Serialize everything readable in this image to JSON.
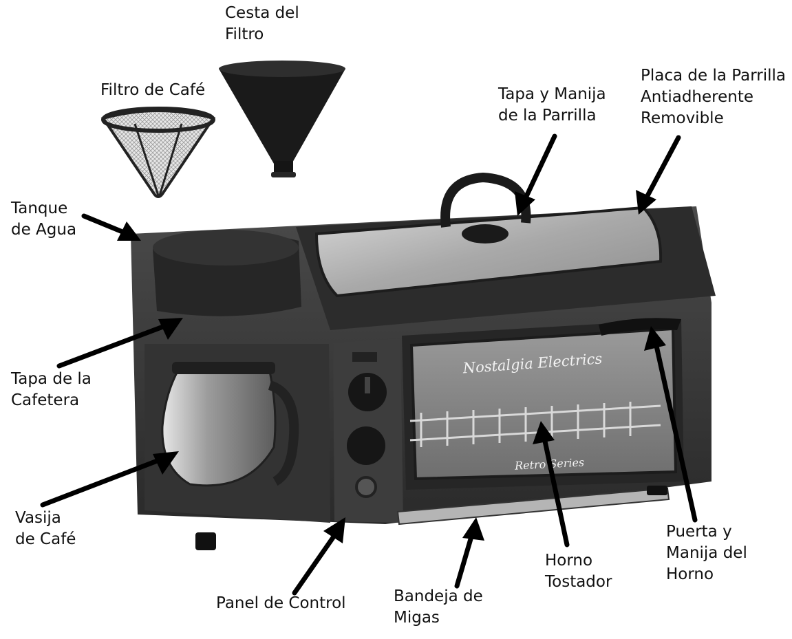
{
  "labels": {
    "cesta_filtro": [
      "Cesta del",
      "Filtro"
    ],
    "filtro_cafe": [
      "Filtro de Café"
    ],
    "tapa_parrilla": [
      "Tapa y Manija",
      "de la Parrilla"
    ],
    "placa_parrilla": [
      "Placa de la Parrilla",
      "Antiadherente",
      "Removible"
    ],
    "tanque_agua": [
      "Tanque",
      "de Agua"
    ],
    "tapa_cafetera": [
      "Tapa de la",
      "Cafetera"
    ],
    "vasija_cafe": [
      "Vasija",
      "de Café"
    ],
    "panel_control": [
      "Panel de Control"
    ],
    "bandeja_migas": [
      "Bandeja de",
      "Migas"
    ],
    "horno_tostador": [
      "Horno",
      "Tostador"
    ],
    "puerta_horno": [
      "Puerta y",
      "Manija del",
      "Horno"
    ]
  },
  "oven_brand": "Nostalgia Electrics",
  "oven_series": "Retro Series",
  "colors": {
    "body": "#3a3a3a",
    "body_dark": "#222222",
    "glass": "#b9b9b9",
    "arrow": "#000000",
    "text": "#111111"
  }
}
